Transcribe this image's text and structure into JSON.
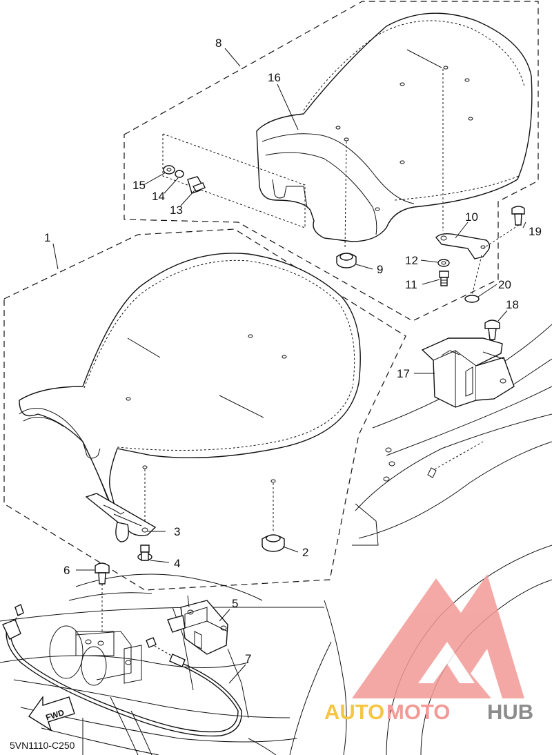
{
  "diagram": {
    "code": "5VN1110-C250",
    "fwd_label": "FWD",
    "callouts": [
      "1",
      "2",
      "3",
      "4",
      "5",
      "6",
      "7",
      "8",
      "9",
      "10",
      "11",
      "12",
      "13",
      "14",
      "15",
      "16",
      "17",
      "18",
      "19",
      "20"
    ]
  },
  "watermark": {
    "part_a": "AUTO",
    "part_b": "MOTO",
    "part_c": "HUB",
    "colors": {
      "auto": "#f6c544",
      "moto": "#f29a96",
      "hub": "#8c8c8c",
      "logo": "#f29a96"
    }
  }
}
